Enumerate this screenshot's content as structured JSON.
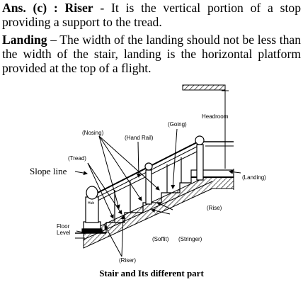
{
  "para1": {
    "prefix": "Ans. (c) : Riser",
    "text": " - It is the vertical portion of a stop providing a support to the tread."
  },
  "para2": {
    "term": "Landing",
    "text": " – The width of the landing should not be less than the width of the stair, landing is the horizontal platform provided at the top of a flight."
  },
  "figure": {
    "labels": {
      "headroom": "Headroom",
      "going": "(Going)",
      "nosing": "(Nosing)",
      "hand_rail": "(Hand Rail)",
      "tread": "(Tread)",
      "slope_line": "Slope line",
      "landing": "(Landing)",
      "rise": "(Rise)",
      "floor": "Floor",
      "level": "Level",
      "soffit": "(Soffit)",
      "stringer": "(Stringer)",
      "riser": "(Riser)",
      "newel_mark": "Hub"
    },
    "caption": "Stair and Its different part"
  }
}
